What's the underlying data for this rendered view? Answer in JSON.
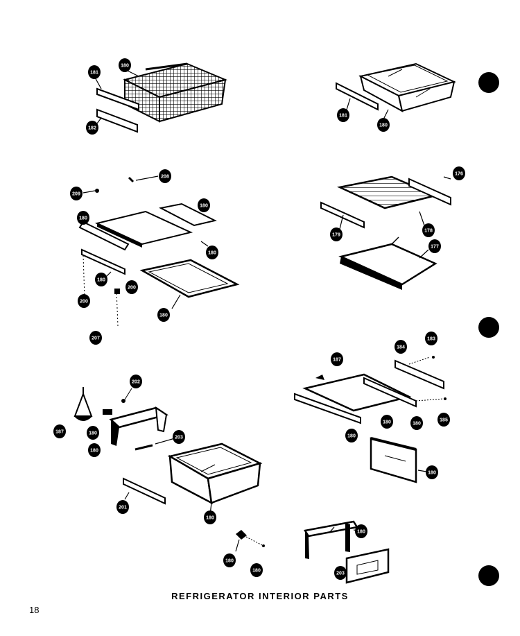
{
  "caption": "REFRIGERATOR INTERIOR PARTS",
  "page_number": "18",
  "colors": {
    "ink": "#000000",
    "paper": "#ffffff"
  },
  "callouts": {
    "c1": "181",
    "c2": "180",
    "c3": "182",
    "c4": "181",
    "c5": "180",
    "c6": "208",
    "c7": "209",
    "c8": "180",
    "c9": "180",
    "c10": "180",
    "c11": "180",
    "c12": "200",
    "c13": "200",
    "c14": "207",
    "c15": "180",
    "c16": "176",
    "c17": "179",
    "c18": "178",
    "c19": "177",
    "c20": "187",
    "c21": "184",
    "c22": "183",
    "c23": "180",
    "c24": "180",
    "c25": "185",
    "c26": "180",
    "c27": "180",
    "c28": "202",
    "c29": "187",
    "c30": "180",
    "c31": "180",
    "c32": "203",
    "c33": "201",
    "c34": "180",
    "c35": "180",
    "c36": "180",
    "c37": "180",
    "c38": "203"
  }
}
